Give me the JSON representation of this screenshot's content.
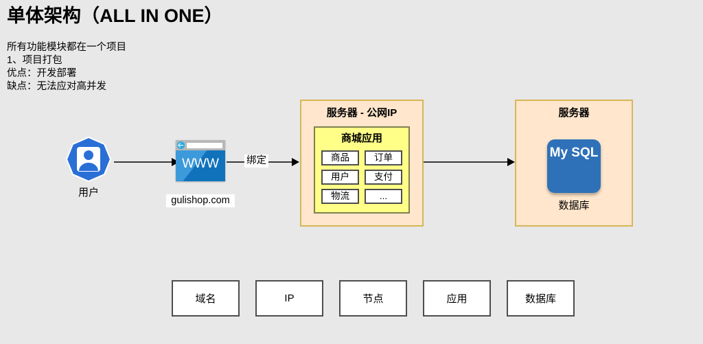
{
  "page": {
    "title": "单体架构（ALL IN ONE）",
    "background_color": "#e8e8e8",
    "description_lines": [
      "所有功能模块都在一个项目",
      "1、项目打包",
      "优点：开发部署",
      "缺点：无法应对高并发"
    ]
  },
  "diagram": {
    "user": {
      "icon": "user-badge-icon",
      "label": "用户",
      "icon_color": "#2a6fd6"
    },
    "browser": {
      "icon": "web-browser-icon",
      "www_text": "WWW",
      "domain_label": "gulishop.com",
      "body_color": "#1d7fc4",
      "titlebar_color": "#b7b7b7",
      "back_button_color": "#29abe2"
    },
    "arrows": [
      {
        "name": "user-to-browser",
        "label": ""
      },
      {
        "name": "browser-to-server",
        "label": "绑定"
      },
      {
        "name": "server-to-database",
        "label": ""
      }
    ],
    "server_app": {
      "title": "服务器 - 公网IP",
      "border_color": "#d6b656",
      "fill_color": "#ffe6cc",
      "application": {
        "title": "商城应用",
        "fill_color": "#ffff88",
        "border_color": "#7f7f50",
        "modules": [
          "商品",
          "订单",
          "用户",
          "支付",
          "物流",
          "..."
        ]
      }
    },
    "database_server": {
      "title": "服务器",
      "border_color": "#d6b656",
      "fill_color": "#ffe6cc",
      "logo_text": "My SQL",
      "logo_color": "#2e71b8",
      "caption": "数据库"
    }
  },
  "legend": {
    "items": [
      "域名",
      "IP",
      "节点",
      "应用",
      "数据库"
    ],
    "border_color": "#4d4d4d",
    "fill_color": "#ffffff"
  }
}
